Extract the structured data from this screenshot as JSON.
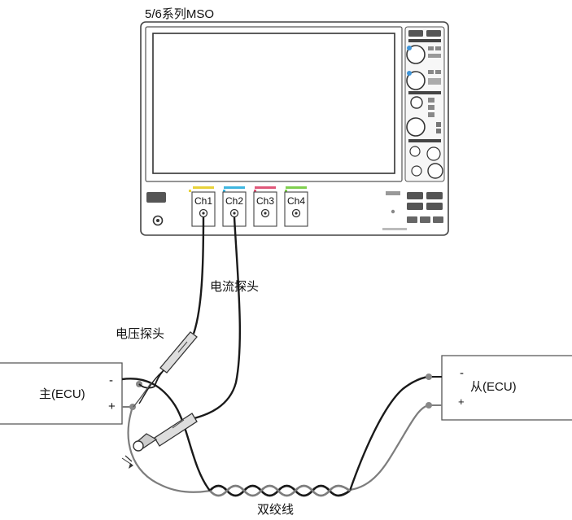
{
  "title": "5/6系列MSO",
  "scope": {
    "channels": [
      "Ch1",
      "Ch2",
      "Ch3",
      "Ch4"
    ],
    "channel_colors": [
      "#e8d23a",
      "#3fb6e0",
      "#e0587a",
      "#7fcf4f"
    ]
  },
  "labels": {
    "current_probe": "电流探头",
    "voltage_probe": "电压探头",
    "twisted_pair": "双绞线"
  },
  "master": {
    "label": "主(ECU)",
    "minus": "-",
    "plus": "+"
  },
  "slave": {
    "label": "从(ECU)",
    "minus": "-",
    "plus": "+"
  }
}
